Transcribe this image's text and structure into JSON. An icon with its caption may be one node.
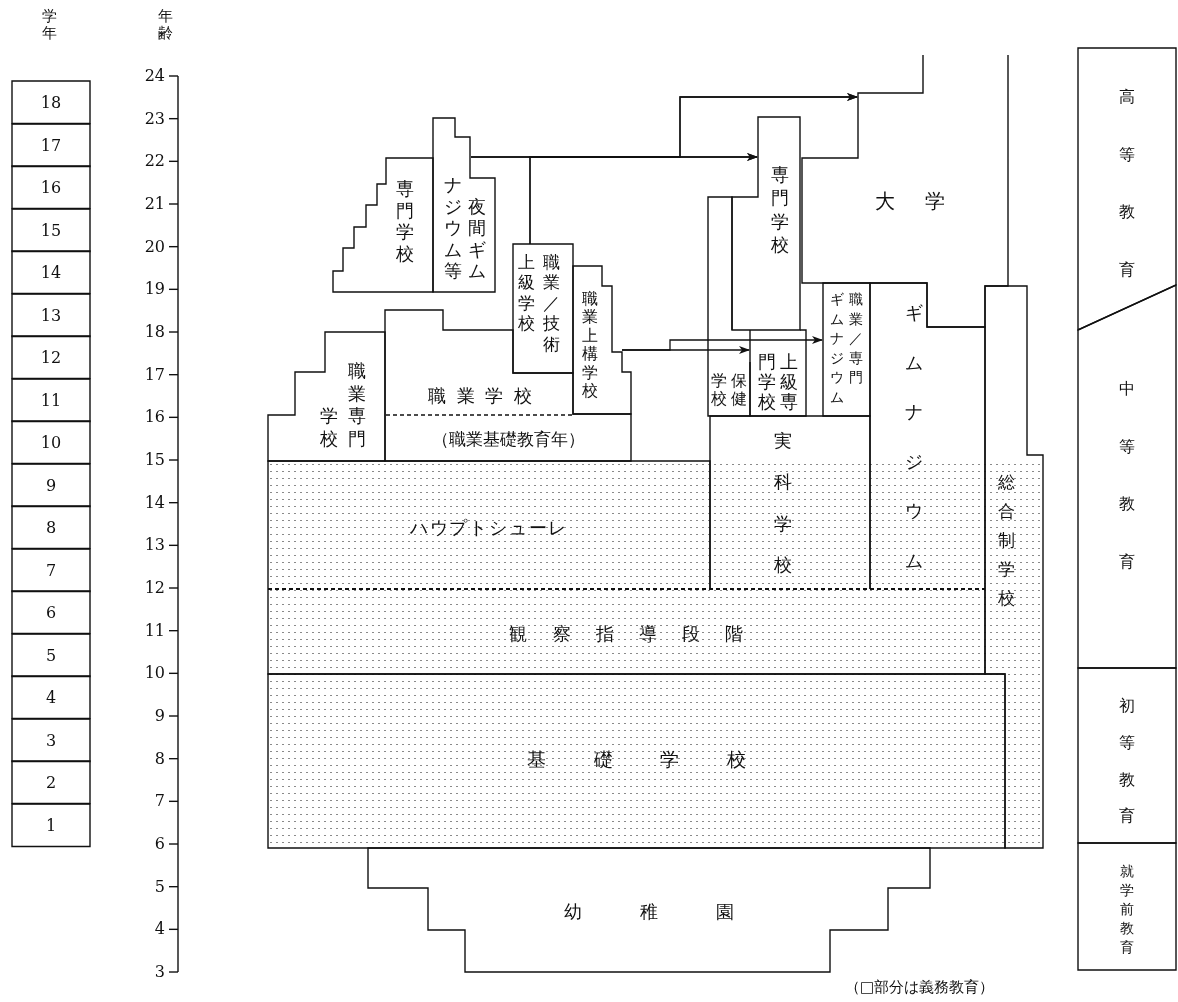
{
  "diagram": {
    "nodes": [
      {
        "text": [
          "18"
        ]
      },
      {
        "text": [
          "17"
        ]
      },
      {
        "text": [
          "16"
        ]
      },
      {
        "text": [
          "15"
        ]
      },
      {
        "text": [
          "14"
        ]
      },
      {
        "text": [
          "13"
        ]
      },
      {
        "text": [
          "12"
        ]
      },
      {
        "text": [
          "11"
        ]
      },
      {
        "text": [
          "10"
        ]
      },
      {
        "text": [
          "9"
        ]
      },
      {
        "text": [
          "8"
        ]
      },
      {
        "text": [
          "7"
        ]
      },
      {
        "text": [
          "6"
        ]
      },
      {
        "text": [
          "5"
        ]
      },
      {
        "text": [
          "4"
        ]
      },
      {
        "text": [
          "3"
        ]
      },
      {
        "text": [
          "2"
        ]
      },
      {
        "text": [
          "1"
        ]
      },
      {
        "text": [
          "大学"
        ]
      },
      {
        "text": [
          "専門学校"
        ]
      },
      {
        "text": [
          "夜間ギムナジウム等"
        ]
      },
      {
        "text": [
          "専門学校"
        ]
      },
      {
        "text": [
          "職業／技術上級学校"
        ]
      },
      {
        "text": [
          "職業上構学校"
        ]
      },
      {
        "text": [
          "職業／専門ギムナジウム"
        ]
      },
      {
        "text": [
          "ギムナジウム"
        ]
      },
      {
        "text": [
          "総合制学校"
        ]
      },
      {
        "text": [
          "保健学校"
        ]
      },
      {
        "text": [
          "上級専門学校"
        ]
      },
      {
        "text": [
          "職業専門学校"
        ]
      },
      {
        "text": [
          "職業学校",
          "（職業基礎教育年）"
        ]
      },
      {
        "text": [
          "実科学校"
        ]
      },
      {
        "text": [
          "ハウプトシューレ"
        ]
      },
      {
        "text": [
          "観察指導段階"
        ]
      },
      {
        "text": [
          "基礎学校"
        ]
      },
      {
        "text": [
          "幼稚園"
        ]
      },
      {
        "text": [
          "高等教育"
        ]
      },
      {
        "text": [
          "中等教育"
        ]
      },
      {
        "text": [
          "初等教育"
        ]
      },
      {
        "text": [
          "就学前教育"
        ]
      }
    ],
    "edges": [
      {
        "from": 20,
        "to": 19,
        "arrow": "to"
      },
      {
        "from": 20,
        "to": 18,
        "arrow": "to"
      },
      {
        "from": 22,
        "to": 19,
        "arrow": "to"
      },
      {
        "from": 22,
        "to": 18,
        "arrow": "to"
      },
      {
        "from": 23,
        "to": 28,
        "arrow": "to"
      },
      {
        "from": 23,
        "to": 24,
        "arrow": "to"
      }
    ],
    "labels": [
      "学年",
      "年齢",
      "24",
      "23",
      "22",
      "21",
      "20",
      "19",
      "18",
      "17",
      "16",
      "15",
      "14",
      "13",
      "12",
      "11",
      "10",
      "9",
      "8",
      "7",
      "6",
      "5",
      "4",
      "3",
      "（□部分は義務教育）"
    ]
  }
}
